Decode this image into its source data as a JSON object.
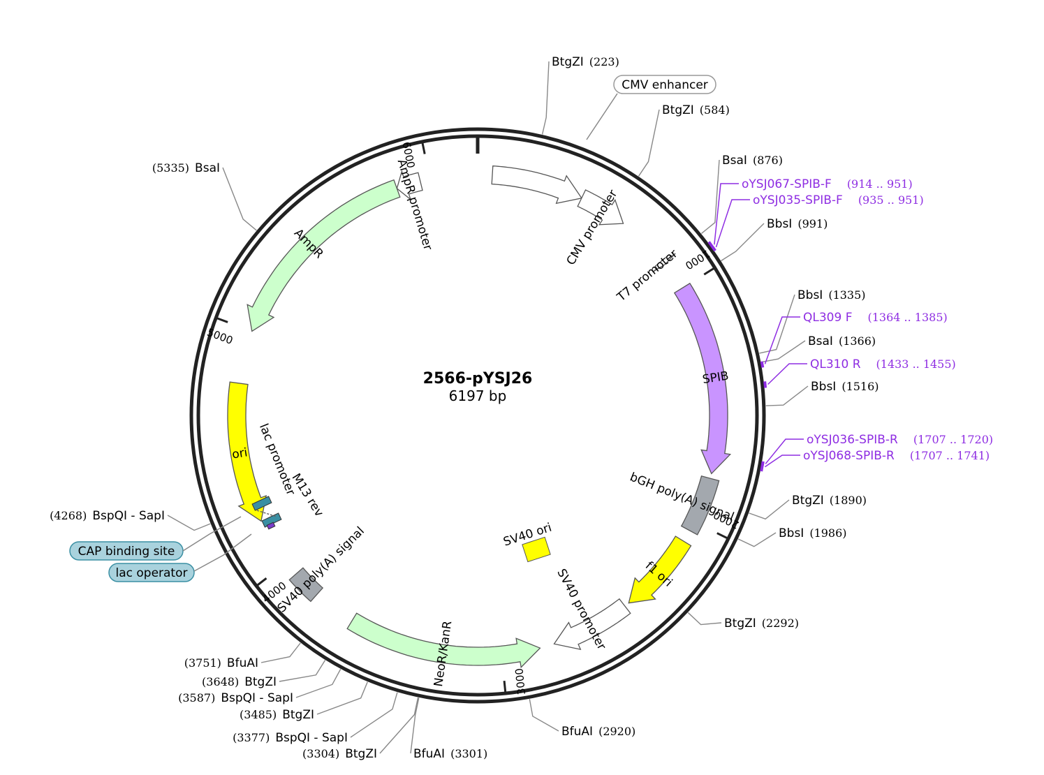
{
  "plasmid": {
    "name": "2566-pYSJ26",
    "length_label": "6197 bp",
    "length": 6197
  },
  "ticks": [
    {
      "pos": 1000,
      "label": "1000"
    },
    {
      "pos": 2000,
      "label": "2000"
    },
    {
      "pos": 3000,
      "label": "3000"
    },
    {
      "pos": 4000,
      "label": "4000"
    },
    {
      "pos": 5000,
      "label": "5000"
    },
    {
      "pos": 6000,
      "label": "6000"
    }
  ],
  "features": [
    {
      "name": "CMV enhancer",
      "start": 60,
      "end": 440,
      "strand": 1,
      "color": "#ffffff",
      "label": "CMV promoter",
      "callout": true
    },
    {
      "name": "CMV promoter",
      "start": 440,
      "end": 640,
      "strand": 1,
      "color": "#ffffff",
      "label": "CMV promoter"
    },
    {
      "name": "T7 promoter",
      "start": 860,
      "end": 880,
      "strand": 1,
      "color": "#ffffff",
      "label": "T7 promoter"
    },
    {
      "name": "SPIB",
      "start": 1000,
      "end": 1790,
      "strand": 1,
      "color": "#c994ff",
      "label": "SPIB"
    },
    {
      "name": "bGH poly(A) signal",
      "start": 1810,
      "end": 2040,
      "strand": 0,
      "color": "#a3a8ae",
      "label": "bGH poly(A) signal"
    },
    {
      "name": "f1 ori",
      "start": 2090,
      "end": 2430,
      "strand": 1,
      "color": "#ffff00",
      "label": "f1 ori"
    },
    {
      "name": "SV40 promoter",
      "start": 2450,
      "end": 2780,
      "strand": 1,
      "color": "#ffffff",
      "label": "SV40 promoter"
    },
    {
      "name": "NeoR/KanR",
      "start": 2840,
      "end": 3640,
      "strand": -1,
      "color": "#ccffcc",
      "label": "NeoR/KanR"
    },
    {
      "name": "SV40 poly(A) signal",
      "start": 3820,
      "end": 3940,
      "strand": 0,
      "color": "#a3a8ae",
      "label": "SV40 poly(A) signal"
    },
    {
      "name": "ori",
      "start": 4200,
      "end": 4780,
      "strand": -1,
      "color": "#ffff00",
      "label": "ori"
    },
    {
      "name": "AmpR",
      "start": 5000,
      "end": 5860,
      "strand": -1,
      "color": "#ccffcc",
      "label": "AmpR"
    },
    {
      "name": "AmpR promoter",
      "start": 5860,
      "end": 5960,
      "strand": -1,
      "color": "#ffffff",
      "label": "AmpR promoter"
    }
  ],
  "small_features": {
    "m13_label": "M13 rev",
    "lac_promoter_label": "lac promoter",
    "cap_label": "CAP binding site",
    "lac_operator_label": "lac operator",
    "cap_color": "#3a8fa3",
    "operator_color": "#7a3cc9",
    "callout_fill": "#a9d2dd"
  },
  "sv40_ori": {
    "label": "SV40 ori",
    "color": "#ffff00"
  },
  "cmv_enhancer_callout": "CMV enhancer",
  "sites": [
    {
      "name": "BtgZI",
      "pos_label": "(223)",
      "pos": 223
    },
    {
      "name": "BtgZI",
      "pos_label": "(584)",
      "pos": 584
    },
    {
      "name": "BsaI",
      "pos_label": "(876)",
      "pos": 876
    },
    {
      "name": "BbsI",
      "pos_label": "(991)",
      "pos": 991
    },
    {
      "name": "BbsI",
      "pos_label": "(1335)",
      "pos": 1335
    },
    {
      "name": "BsaI",
      "pos_label": "(1366)",
      "pos": 1366
    },
    {
      "name": "BbsI",
      "pos_label": "(1516)",
      "pos": 1516
    },
    {
      "name": "BtgZI",
      "pos_label": "(1890)",
      "pos": 1890
    },
    {
      "name": "BbsI",
      "pos_label": "(1986)",
      "pos": 1986
    },
    {
      "name": "BtgZI",
      "pos_label": "(2292)",
      "pos": 2292
    },
    {
      "name": "BfuAI",
      "pos_label": "(2920)",
      "pos": 2920
    },
    {
      "name": "BfuAI",
      "pos_label": "(3301)",
      "pos": 3301
    },
    {
      "name": "BtgZI",
      "pos_label": "(3304)",
      "pos": 3304
    },
    {
      "name": "BspQI - SapI",
      "pos_label": "(3377)",
      "pos": 3377
    },
    {
      "name": "BtgZI",
      "pos_label": "(3485)",
      "pos": 3485
    },
    {
      "name": "BspQI - SapI",
      "pos_label": "(3587)",
      "pos": 3587
    },
    {
      "name": "BtgZI",
      "pos_label": "(3648)",
      "pos": 3648
    },
    {
      "name": "BfuAI",
      "pos_label": "(3751)",
      "pos": 3751
    },
    {
      "name": "BspQI - SapI",
      "pos_label": "(4268)",
      "pos": 4268
    },
    {
      "name": "BsaI",
      "pos_label": "(5335)",
      "pos": 5335
    }
  ],
  "primers": [
    {
      "name": "oYSJ067-SPIB-F",
      "range": "(914 .. 951)",
      "start": 914,
      "end": 951
    },
    {
      "name": "oYSJ035-SPIB-F",
      "range": "(935 .. 951)",
      "start": 935,
      "end": 951
    },
    {
      "name": "QL309 F",
      "range": "(1364 .. 1385)",
      "start": 1364,
      "end": 1385
    },
    {
      "name": "QL310 R",
      "range": "(1433 .. 1455)",
      "start": 1433,
      "end": 1455
    },
    {
      "name": "oYSJ036-SPIB-R",
      "range": "(1707 .. 1720)",
      "start": 1707,
      "end": 1720
    },
    {
      "name": "oYSJ068-SPIB-R",
      "range": "(1707 .. 1741)",
      "start": 1707,
      "end": 1741
    }
  ]
}
